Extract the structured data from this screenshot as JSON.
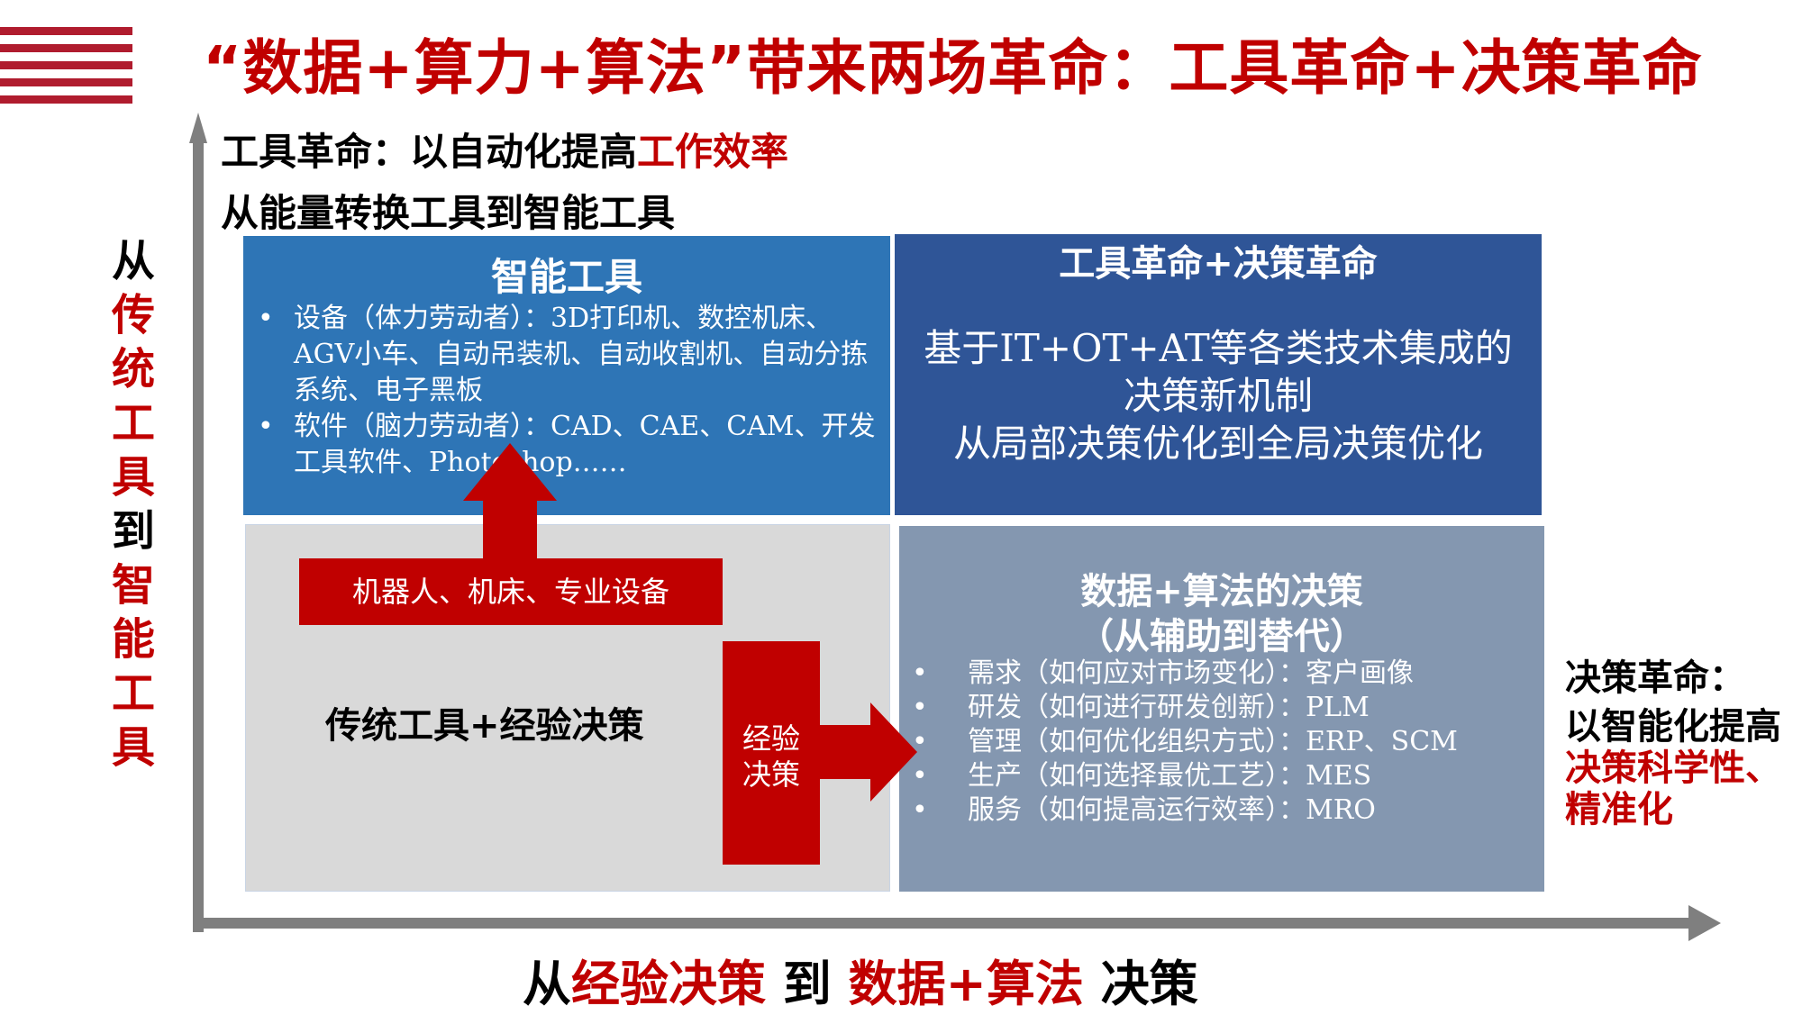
{
  "title": "“数据+算力+算法”带来两场革命：工具革命+决策革命",
  "top_left": {
    "line1_prefix": "工具革命：以自动化提高",
    "line1_highlight": "工作效率",
    "line2": "从能量转换工具到智能工具"
  },
  "vertical_label": [
    {
      "char": "从",
      "color": "#000000"
    },
    {
      "char": "传",
      "color": "#C00000"
    },
    {
      "char": "统",
      "color": "#C00000"
    },
    {
      "char": "工",
      "color": "#C00000"
    },
    {
      "char": "具",
      "color": "#C00000"
    },
    {
      "char": "到",
      "color": "#000000"
    },
    {
      "char": "智",
      "color": "#C00000"
    },
    {
      "char": "能",
      "color": "#C00000"
    },
    {
      "char": "工",
      "color": "#C00000"
    },
    {
      "char": "具",
      "color": "#C00000"
    }
  ],
  "q1": {
    "heading": "智能工具",
    "bullets": [
      "设备（体力劳动者）：3D打印机、数控机床、AGV小车、自动吊装机、自动收割机、自动分拣系统、电子黑板",
      "软件（脑力劳动者）：CAD、CAE、CAM、开发工具软件、Photoshop……"
    ]
  },
  "q2": {
    "heading": "工具革命+决策革命",
    "lines": [
      "基于IT+OT+AT等各类技术集成的",
      "决策新机制",
      "从局部决策优化到全局决策优化"
    ]
  },
  "q3": {
    "label": "传统工具+经验决策"
  },
  "q4": {
    "heading1": "数据+算法的决策",
    "heading2": "（从辅助到替代）",
    "bullets": [
      "需求（如何应对市场变化）：客户画像",
      "研发（如何进行研发创新）：PLM",
      "管理（如何优化组织方式）：ERP、SCM",
      "生产（如何选择最优工艺）：MES",
      "服务（如何提高运行效率）：MRO"
    ]
  },
  "red_box1": "机器人、机床、专业设备",
  "red_box2": [
    "经验",
    "决策"
  ],
  "right_text": {
    "line1": "决策革命：",
    "line2": "以智能化提高",
    "line3": "决策科学性、",
    "line4": "精准化"
  },
  "bottom_label": {
    "part1": "从",
    "part2": "经验决策",
    "part3": " 到 ",
    "part4": "数据+算法",
    "part5": " 决策"
  },
  "bullet_glyph": "•",
  "colors": {
    "accent_red": "#C00000",
    "stripe_red": "#B01C2E",
    "q1_blue": "#2E75B6",
    "q2_navy": "#2F5597",
    "q3_gray": "#D9D9D9",
    "q4_slate": "#8497B0",
    "axis_gray": "#7F7F7F"
  }
}
